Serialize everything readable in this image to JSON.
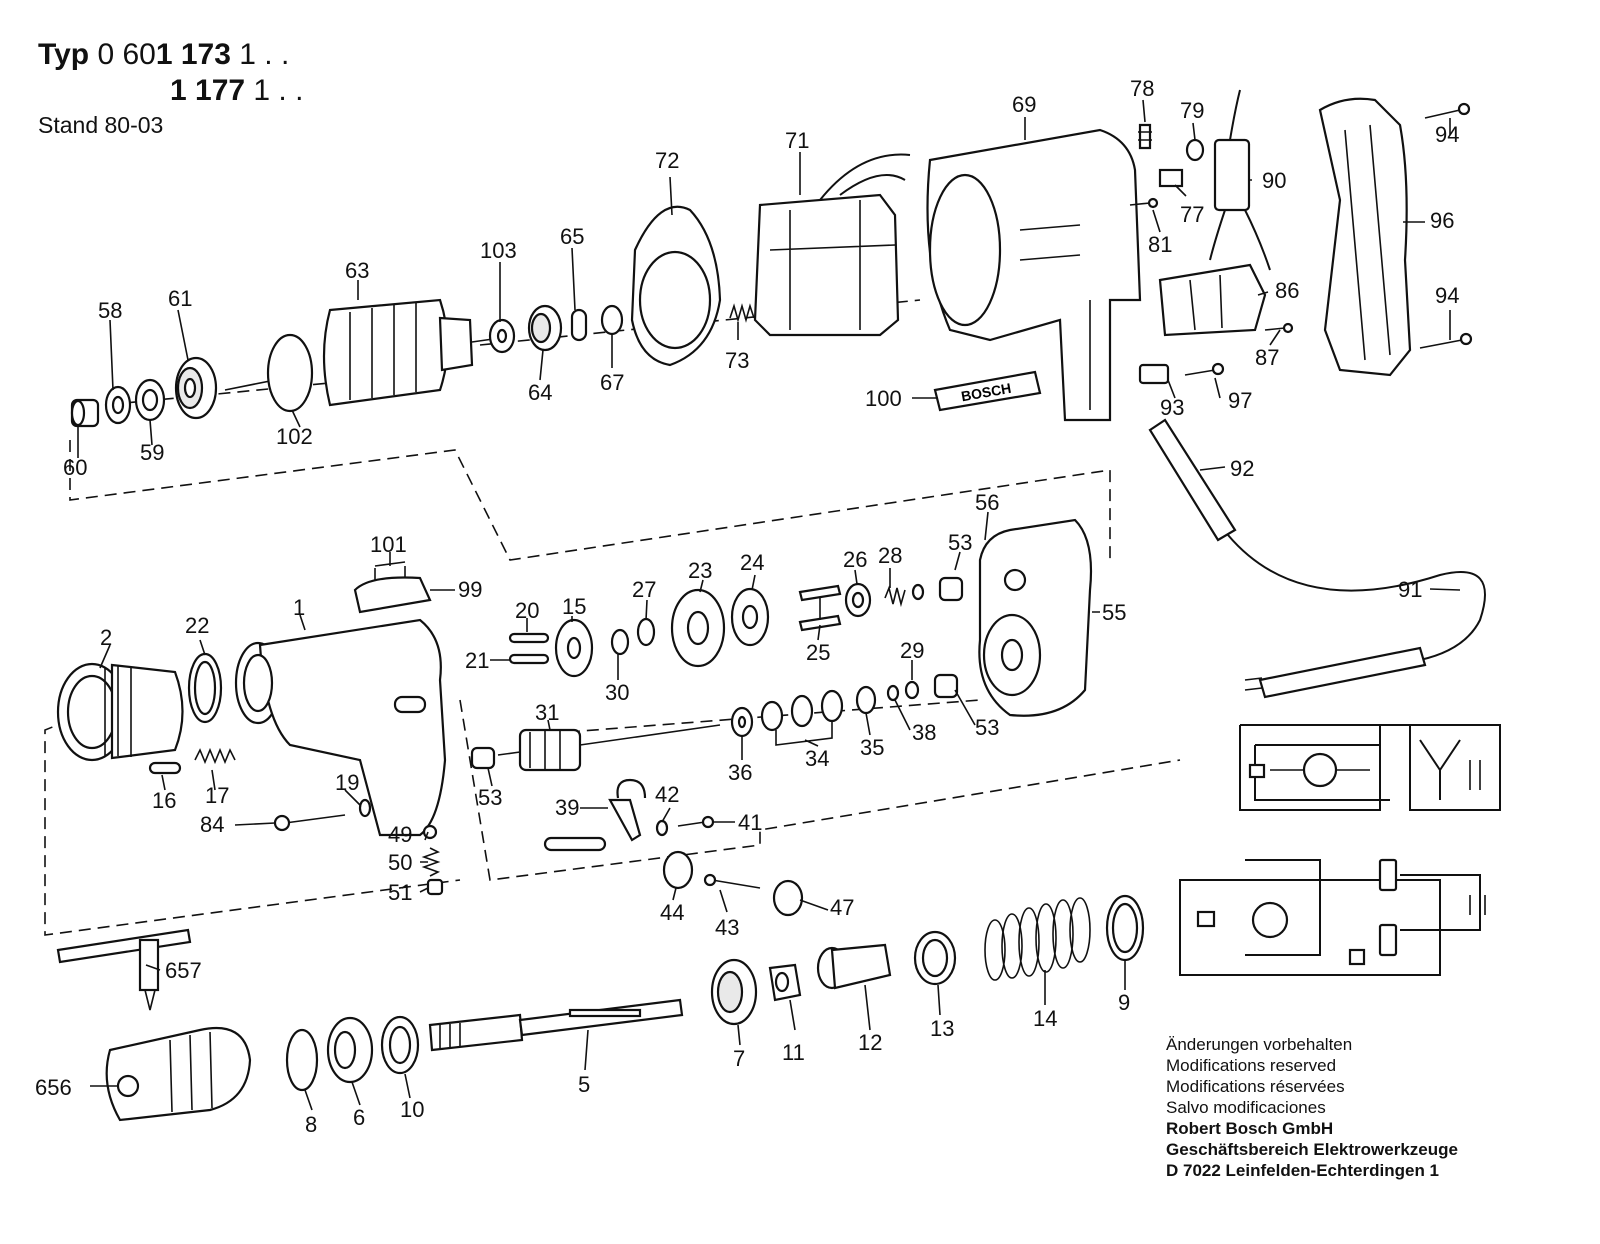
{
  "header": {
    "typ_label": "Typ",
    "model_1_prefix": "0 60",
    "model_1_bold": "1 173",
    "model_1_suffix": " 1 . .",
    "model_2_bold": "1 177",
    "model_2_suffix": " 1 . .",
    "stand": "Stand 80-03"
  },
  "nameplate_text": "BOSCH",
  "part_numbers": [
    "2",
    "22",
    "1",
    "101",
    "99",
    "16",
    "17",
    "19",
    "84",
    "49",
    "50",
    "51",
    "20",
    "21",
    "15",
    "30",
    "27",
    "23",
    "24",
    "26",
    "28",
    "53",
    "56",
    "25",
    "29",
    "55",
    "38",
    "31",
    "53",
    "36",
    "34",
    "35",
    "53",
    "39",
    "42",
    "41",
    "44",
    "43",
    "47",
    "58",
    "61",
    "63",
    "103",
    "65",
    "60",
    "59",
    "102",
    "64",
    "67",
    "72",
    "71",
    "73",
    "69",
    "78",
    "79",
    "90",
    "77",
    "81",
    "86",
    "87",
    "94",
    "96",
    "94",
    "100",
    "93",
    "97",
    "92",
    "91",
    "657",
    "656",
    "8",
    "6",
    "10",
    "5",
    "7",
    "11",
    "12",
    "13",
    "14",
    "9"
  ],
  "footer": {
    "notes": [
      "Änderungen vorbehalten",
      "Modifications reserved",
      "Modifications réservées",
      "Salvo modificaciones"
    ],
    "company": [
      "Robert Bosch GmbH",
      "Geschäftsbereich Elektrowerkzeuge",
      "D 7022 Leinfelden-Echterdingen 1"
    ]
  }
}
